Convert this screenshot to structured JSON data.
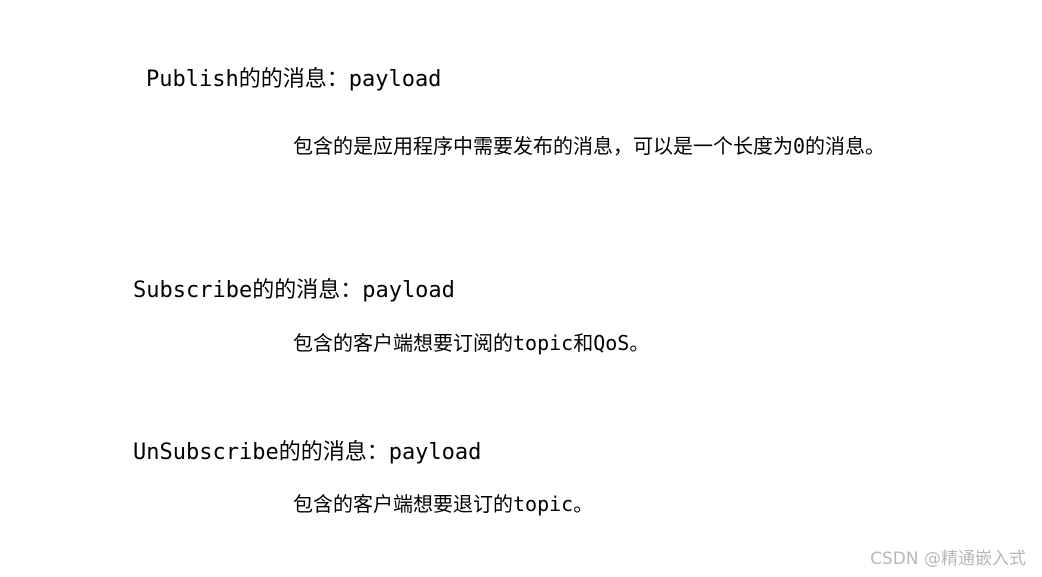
{
  "sections": [
    {
      "heading": "Publish的的消息：payload",
      "description": "包含的是应用程序中需要发布的消息，可以是一个长度为0的消息。"
    },
    {
      "heading": "Subscribe的的消息：payload",
      "description": "包含的客户端想要订阅的topic和QoS。"
    },
    {
      "heading": "UnSubscribe的的消息：payload",
      "description": "包含的客户端想要退订的topic。"
    }
  ],
  "watermark": "CSDN @精通嵌入式"
}
